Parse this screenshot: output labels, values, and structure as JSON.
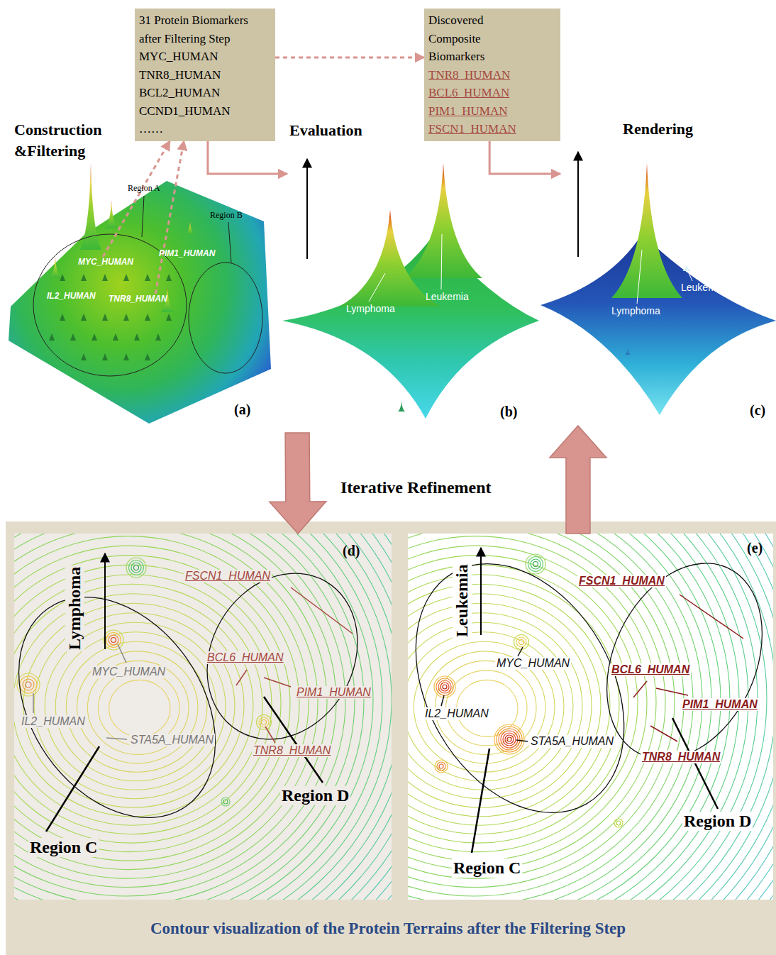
{
  "diagram": {
    "caption": "Contour visualization of the Protein Terrains after the Filtering Step",
    "nodes": [
      {
        "text": [
          "31 Protein Biomarkers after Filtering Step",
          "MYC_HUMAN",
          "TNR8_HUMAN",
          "BCL2_HUMAN",
          "CCND1_HUMAN",
          "……"
        ]
      },
      {
        "text": [
          "Discovered Composite Biomarkers",
          "TNR8_HUMAN",
          "BCL6_HUMAN",
          "PIM1_HUMAN",
          "FSCN1_HUMAN"
        ]
      },
      {
        "text": [
          "Construction &Filtering",
          "(a)"
        ]
      },
      {
        "text": [
          "MYC_HUMAN"
        ],
        "in": 2
      },
      {
        "text": [
          "TNR8_HUMAN"
        ],
        "in": 2
      },
      {
        "text": [
          "Evaluation",
          "(b)"
        ]
      },
      {
        "text": [
          "Rendering",
          "(c)"
        ]
      },
      {
        "text": [
          "(d)"
        ]
      },
      {
        "text": [
          "(e)"
        ]
      }
    ],
    "edges": [
      {
        "from": 3,
        "to": 0,
        "arrow": "to"
      },
      {
        "from": 4,
        "to": 0,
        "arrow": "to"
      },
      {
        "from": 0,
        "to": 1,
        "arrow": "to"
      },
      {
        "from": 0,
        "to": 5,
        "arrow": "to"
      },
      {
        "from": 1,
        "to": 6,
        "arrow": "to"
      },
      {
        "from": 2,
        "to": 7,
        "arrow": "to"
      },
      {
        "from": 8,
        "to": 6,
        "arrow": "to"
      }
    ],
    "labels": [
      "Region A",
      "Region B",
      "PIM1_HUMAN",
      "IL2_HUMAN",
      "Lymphoma",
      "Leukemia",
      "Lymphoma",
      "Leukemia",
      "Iterative Refinement",
      "Lymphoma",
      "FSCN1_HUMAN",
      "MYC_HUMAN",
      "BCL6_HUMAN",
      "PIM1_HUMAN",
      "IL2_HUMAN",
      "STA5A_HUMAN",
      "TNR8_HUMAN",
      "Region C",
      "Region D",
      "Leukemia",
      "FSCN1_HUMAN",
      "MYC_HUMAN",
      "BCL6_HUMAN",
      "PIM1_HUMAN",
      "IL2_HUMAN",
      "STA5A_HUMAN",
      "TNR8_HUMAN",
      "Region C",
      "Region D"
    ]
  }
}
